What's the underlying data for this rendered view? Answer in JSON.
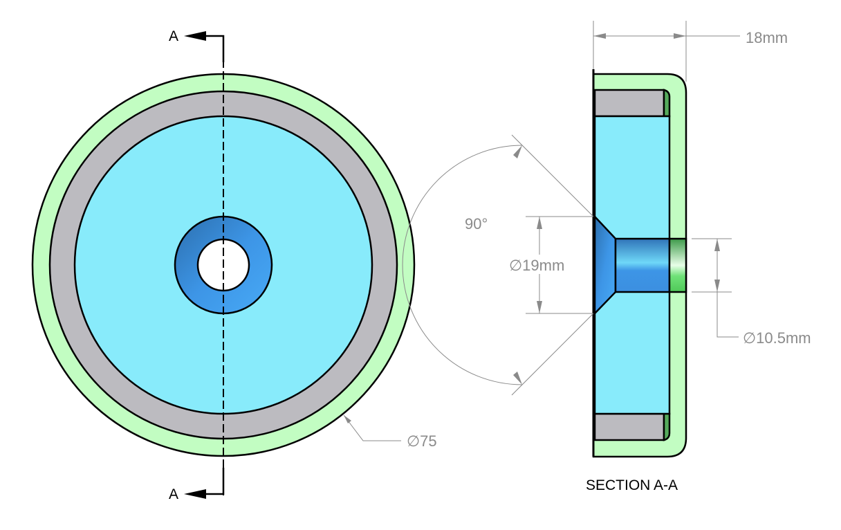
{
  "colors": {
    "shell": "#c2fdc2",
    "magnet": "#bcbbc0",
    "core": "#88ebfb",
    "bore": "#3d95e6",
    "green_bore": "#5fd86a"
  },
  "labels": {
    "section_letter_top": "A",
    "section_letter_bottom": "A",
    "section_title": "SECTION A-A",
    "width_dim": "18mm",
    "angle_dim": "90°",
    "countersink_dim": "∅19mm",
    "hole_dim": "∅10.5mm",
    "outer_dim": "∅75"
  }
}
